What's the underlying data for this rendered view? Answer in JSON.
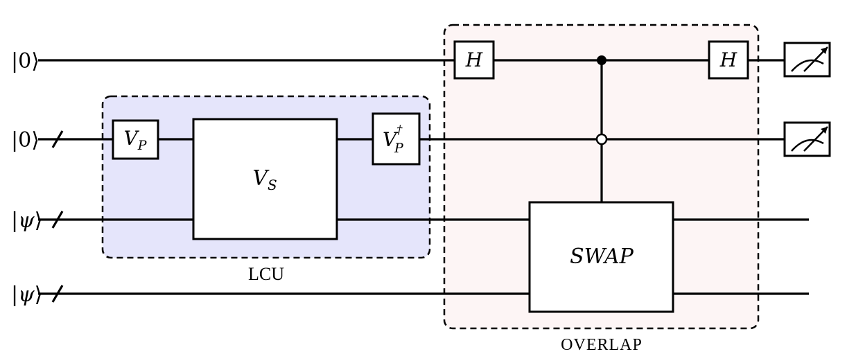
{
  "inputs": {
    "q0": {
      "open": "|",
      "sym": "0",
      "close": "⟩"
    },
    "q1": {
      "open": "|",
      "sym": "0",
      "close": "⟩"
    },
    "q2": {
      "open": "|",
      "sym": "ψ",
      "close": "⟩"
    },
    "q3": {
      "open": "|",
      "sym": "ψ",
      "close": "⟩"
    }
  },
  "gates": {
    "h_left": "H",
    "h_right": "H",
    "vp": {
      "base": "V",
      "sub": "P"
    },
    "vs": {
      "base": "V",
      "sub": "S"
    },
    "vp_dag": {
      "base": "V",
      "sub": "P",
      "sup": "†"
    },
    "swap": "SWAP"
  },
  "groups": {
    "lcu": {
      "label": "LCU",
      "fill": "#e5e5fb"
    },
    "overlap": {
      "label": "OVERLAP",
      "fill": "#fdf5f5"
    }
  }
}
